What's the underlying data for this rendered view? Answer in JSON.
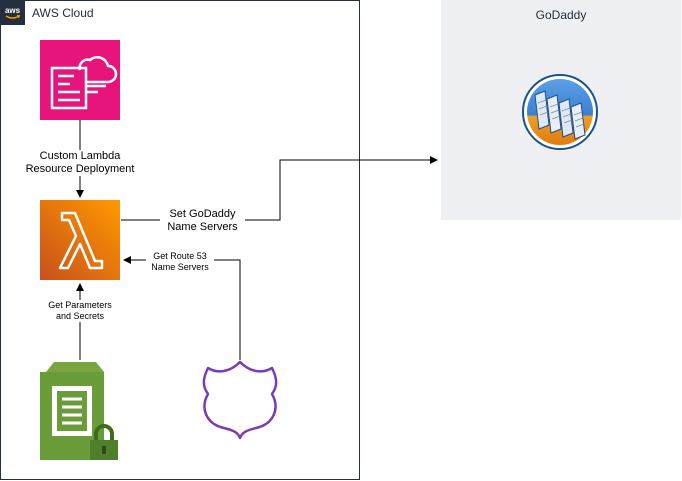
{
  "aws_group": {
    "title": "AWS Cloud",
    "logo_text": "aws"
  },
  "godaddy_group": {
    "title": "GoDaddy"
  },
  "connectors": {
    "custom_lambda": [
      "Custom Lambda",
      "Resource Deployment"
    ],
    "set_godaddy": [
      "Set GoDaddy",
      "Name Servers"
    ],
    "get_route53": [
      "Get Route 53",
      "Name Servers"
    ],
    "get_params": [
      "Get Parameters",
      "and Secrets"
    ]
  },
  "colors": {
    "aws_dark": "#232f3e",
    "cloudformation": "#e7157b",
    "lambda": "#ed7100",
    "secrets": "#6b9c3a",
    "route53": "#7d3ab8",
    "godaddy_bg": "#eff0f3"
  },
  "icons": {
    "cloudformation": "cloudformation-icon",
    "lambda": "lambda-icon",
    "secrets": "secrets-manager-icon",
    "route53": "route53-shield-icon",
    "godaddy": "server-cluster-icon"
  }
}
